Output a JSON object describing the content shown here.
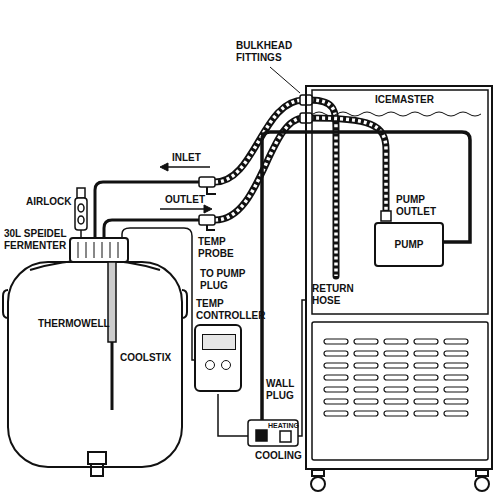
{
  "diagram": {
    "nodes": [
      {
        "text": [
          "ICEMASTER"
        ]
      },
      {
        "text": [
          "PUMP"
        ],
        "in": 0
      },
      {
        "text": [
          "TEMP CONTROLLER"
        ]
      }
    ],
    "labels": [
      "INLET",
      "OUTLET",
      "BULKHEAD FITTINGS",
      "AIRLOCK",
      "30L SPEIDEL FERMENTER",
      "TEMP PROBE",
      "TO PUMP PLUG",
      "PUMP OUTLET",
      "RETURN HOSE",
      "THERMOWELL",
      "COOLSTIX",
      "WALL PLUG",
      "COOLING",
      "HEATING"
    ]
  }
}
